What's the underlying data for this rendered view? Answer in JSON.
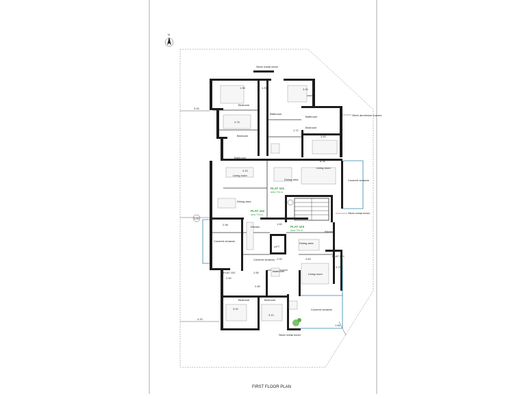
{
  "title": "FIRST FLOOR PLAN",
  "north": "N",
  "colors": {
    "flat_label": "#2e9e3a",
    "glass_line": "#2a87a8",
    "wall": "#1c1c1c"
  },
  "flats": [
    {
      "name": "PLAT 101",
      "area": "Area 77m.m."
    },
    {
      "name": "PLAT 102",
      "area": "Area 77m.m."
    },
    {
      "name": "PLAT 103",
      "area": "Area 77m.m."
    }
  ],
  "small_flat_labels": [
    "PLAT 103",
    "PLAT 102"
  ],
  "rooms": {
    "bedroom_1": "Bedroom",
    "bathroom_1": "Bathroom",
    "bathroom_2": "Bathroom",
    "bedroom_2": "Bedroom",
    "bedroom_3": "Bedroom",
    "bathroom_3": "Bathroom",
    "living_1": "Living room",
    "dining_1": "Dining area",
    "living_2": "Living room",
    "dining_2": "Dining area",
    "covered_1": "Covered veranda",
    "kitchen_1": "Kitchen",
    "kitchen_2": "Kitchen",
    "covered_2": "Covered veranda",
    "covered_3": "Covered veranda",
    "dining_3": "Dining area",
    "living_3": "Living room",
    "bathroom_4": "Bathroom",
    "bedroom_4": "Bedroom",
    "bedroom_5": "Bedroom",
    "covered_4": "Covered veranda",
    "lift": "LIFT"
  },
  "notes": {
    "top_mesh": "Silver metal mesh",
    "aluminium": "Silver aluminium louvres",
    "right_mesh": "Silver metal mesh",
    "bottom_mesh": "Silver metal mesh"
  },
  "dims": {
    "d1": "3.00",
    "d2": "1.98",
    "d3": "3.78",
    "d4": "1.35",
    "d5": "3.00",
    "d6": "1.72",
    "d7": "3.85",
    "d8": "4.10",
    "d9": "8.98",
    "d10": "3.50",
    "d11": "2.98",
    "d12": "2.85",
    "d13": "1.60",
    "d14": "3.60",
    "d15": "2.00",
    "d16": "4.75",
    "d17": "2.50",
    "d18": "2.85",
    "d19": "3.00",
    "d20": "3.10",
    "d21": "4.20",
    "d22": "1.66"
  }
}
